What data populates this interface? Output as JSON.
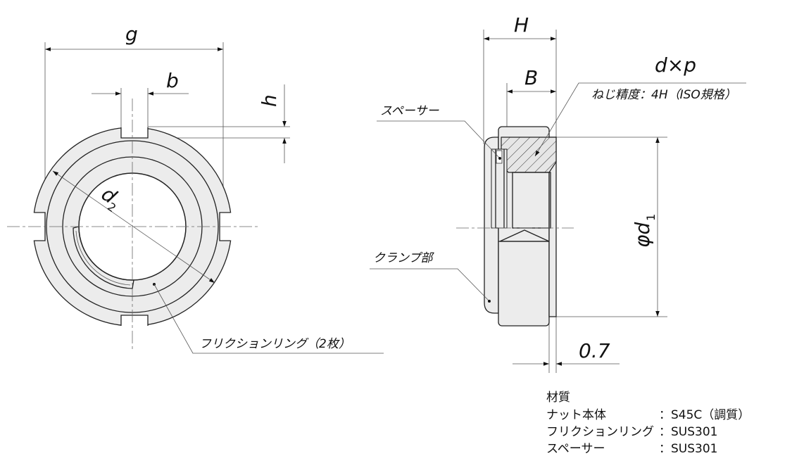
{
  "dimensions": {
    "g": "g",
    "b": "b",
    "h": "h",
    "d2": "d",
    "d2_sub": "2",
    "H": "H",
    "B": "B",
    "dxp": "d×p",
    "phi_d1": "φd",
    "d1_sub": "1",
    "gap": "0.7"
  },
  "labels": {
    "thread_accuracy": "ねじ精度：4H（ISO規格）",
    "spacer": "スペーサー",
    "clamp": "クランプ部",
    "friction_ring": "フリクションリング（2枚）"
  },
  "materials": {
    "title": "材質",
    "rows": [
      {
        "part": "ナット本体",
        "value": "：S45C（調質）"
      },
      {
        "part": "フリクションリング",
        "value": "：SUS301"
      },
      {
        "part": "スペーサー",
        "value": "：SUS301"
      }
    ]
  }
}
